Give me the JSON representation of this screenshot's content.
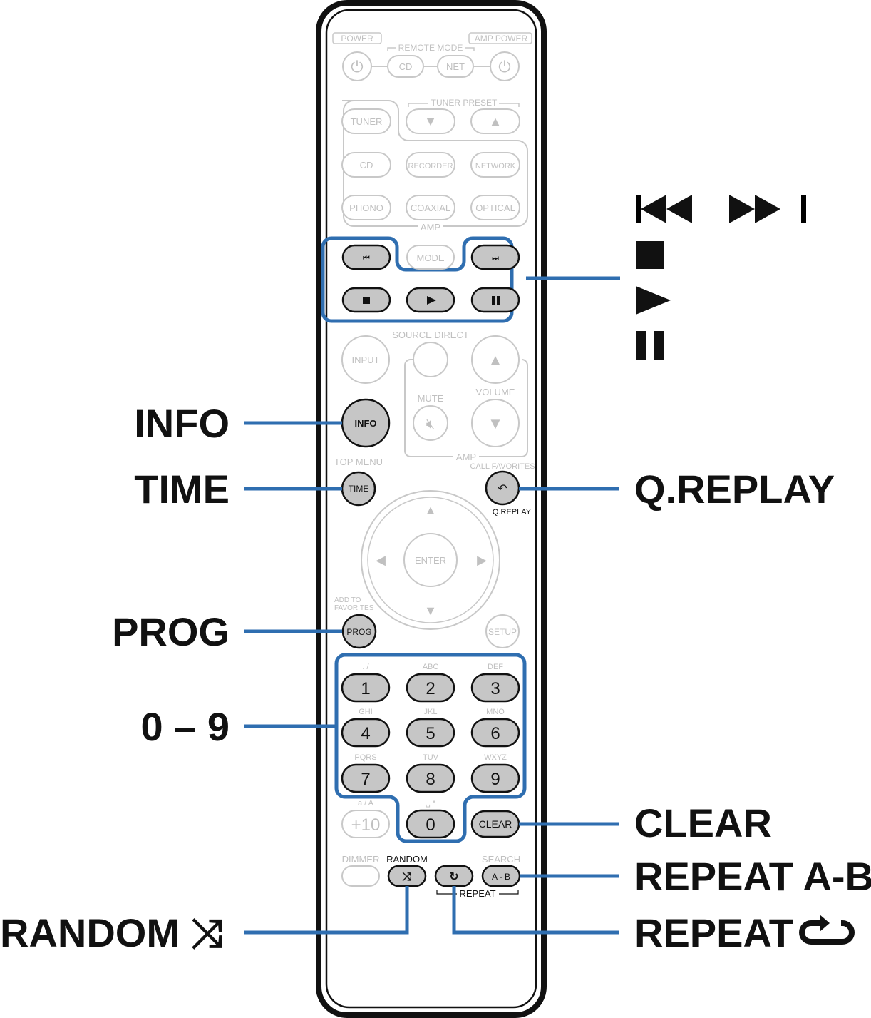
{
  "remote": {
    "power": "POWER",
    "amp_power": "AMP POWER",
    "remote_mode": "REMOTE MODE",
    "cd": "CD",
    "net": "NET",
    "tuner_preset": "TUNER PRESET",
    "tuner": "TUNER",
    "cd2": "CD",
    "recorder": "RECORDER",
    "network": "NETWORK",
    "phono": "PHONO",
    "coaxial": "COAXIAL",
    "optical": "OPTICAL",
    "amp": "AMP",
    "mode": "MODE",
    "source_direct": "SOURCE DIRECT",
    "input": "INPUT",
    "mute": "MUTE",
    "volume": "VOLUME",
    "amp2": "AMP",
    "info": "INFO",
    "top_menu": "TOP MENU",
    "time": "TIME",
    "call_favorites": "CALL FAVORITES",
    "qreplay": "Q.REPLAY",
    "enter": "ENTER",
    "add_to": "ADD TO",
    "favorites": "FAVORITES",
    "prog": "PROG",
    "setup": "SETUP",
    "keys": [
      {
        "num": "1",
        "sub": ". /"
      },
      {
        "num": "2",
        "sub": "ABC"
      },
      {
        "num": "3",
        "sub": "DEF"
      },
      {
        "num": "4",
        "sub": "GHI"
      },
      {
        "num": "5",
        "sub": "JKL"
      },
      {
        "num": "6",
        "sub": "MNO"
      },
      {
        "num": "7",
        "sub": "PQRS"
      },
      {
        "num": "8",
        "sub": "TUV"
      },
      {
        "num": "9",
        "sub": "WXYZ"
      }
    ],
    "zero": "0",
    "zero_sub": "␣ *",
    "plus10": "+10",
    "plus10_sub": "a / A",
    "clear": "CLEAR",
    "dimmer": "DIMMER",
    "random": "RANDOM",
    "search": "SEARCH",
    "ab": "A - B",
    "repeat": "REPEAT"
  },
  "callouts": {
    "info": "INFO",
    "time": "TIME",
    "prog": "PROG",
    "digits": "0 – 9",
    "random": "RANDOM",
    "qreplay": "Q.REPLAY",
    "clear": "CLEAR",
    "repeat_ab": "REPEAT A-B",
    "repeat": "REPEAT"
  },
  "colors": {
    "accent": "#2f6eb0",
    "button": "#c6c6c6"
  }
}
